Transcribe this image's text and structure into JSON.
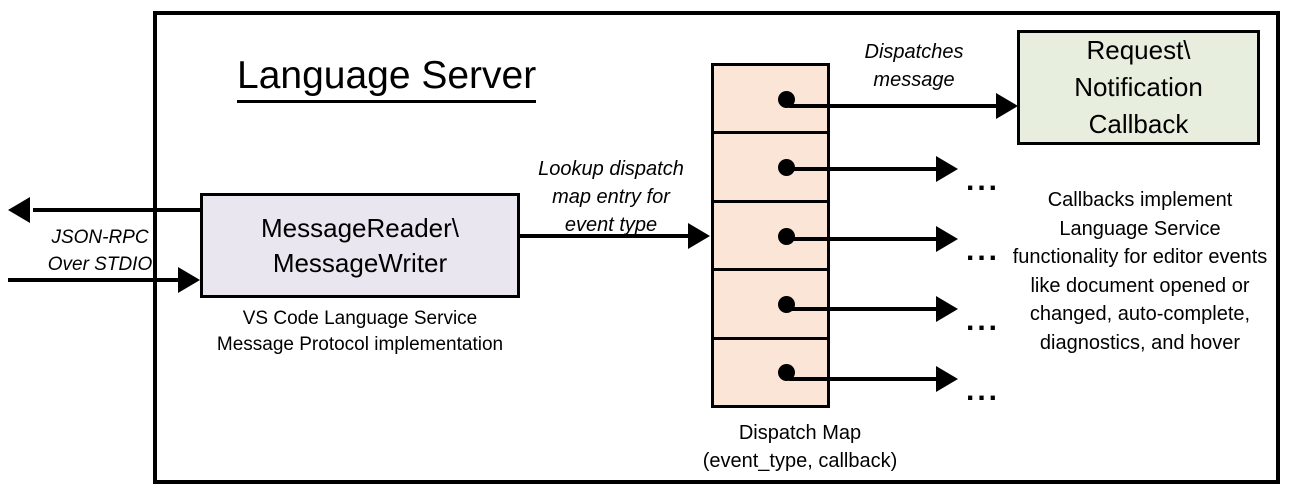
{
  "diagram": {
    "title": "Language Server",
    "boundary_label": "language-server-boundary"
  },
  "external_io": {
    "label": "JSON-RPC\nOver STDIO",
    "outbound_arrow": "arrow-left",
    "inbound_arrow": "arrow-right"
  },
  "message_rw": {
    "box_label": "MessageReader\\\nMessageWriter",
    "caption": "VS Code Language Service\nMessage Protocol implementation",
    "fill": "#E9E6F0"
  },
  "lookup_edge": {
    "label": "Lookup dispatch\nmap entry for\nevent type"
  },
  "dispatch_map": {
    "caption": "Dispatch Map\n(event_type, callback)",
    "fill": "#FBE5D6",
    "row_count": 5,
    "rows": [
      {
        "dot": true,
        "outgoing_target": "callback-box",
        "ellipsis": ""
      },
      {
        "dot": true,
        "outgoing_target": "ellipsis",
        "ellipsis": "..."
      },
      {
        "dot": true,
        "outgoing_target": "ellipsis",
        "ellipsis": "..."
      },
      {
        "dot": true,
        "outgoing_target": "ellipsis",
        "ellipsis": "..."
      },
      {
        "dot": true,
        "outgoing_target": "ellipsis",
        "ellipsis": "..."
      }
    ]
  },
  "dispatch_edge": {
    "label": "Dispatches\nmessage"
  },
  "callback": {
    "box_label": "Request\\\nNotification\nCallback",
    "description": "Callbacks implement Language Service functionality for editor events like document opened or changed, auto-complete, diagnostics, and hover",
    "fill": "#E8EEDD"
  }
}
